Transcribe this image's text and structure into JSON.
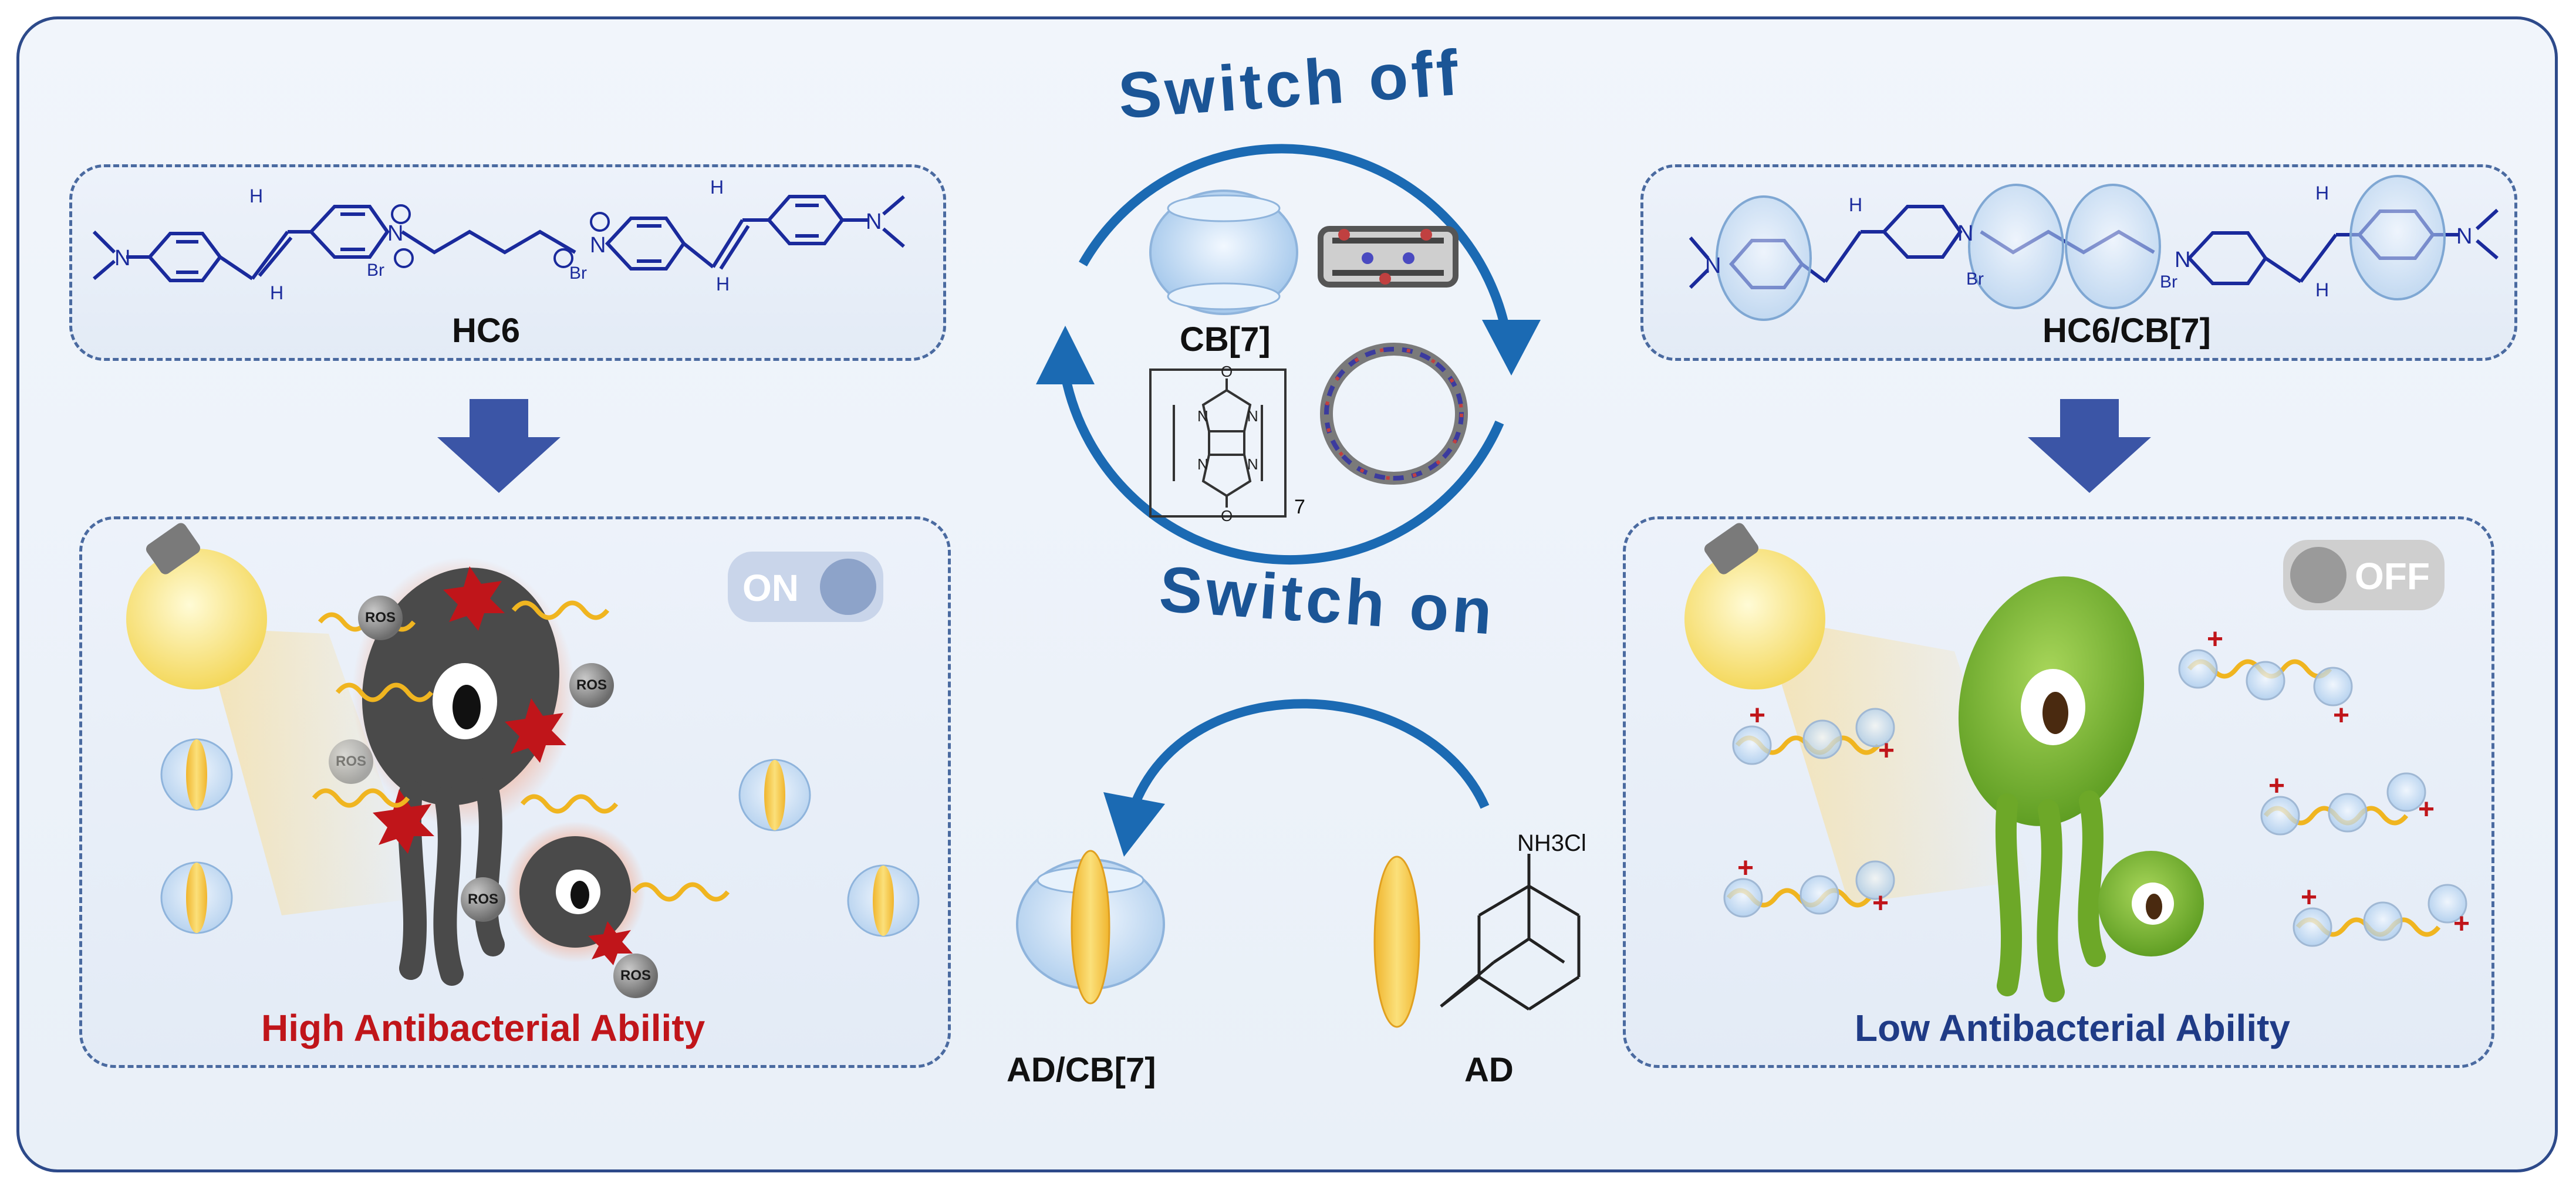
{
  "left_panel": {
    "molecule_label": "HC6",
    "toggle_text": "ON",
    "result_text": "High Antibacterial Ability",
    "ros_label": "ROS"
  },
  "center": {
    "switch_off_text": "Switch off",
    "switch_on_text": "Switch on",
    "cb7_label": "CB[7]",
    "repeat_subscript": "7",
    "complex_label": "AD/CB[7]",
    "guest_label": "AD",
    "ammonium_text": "NH3Cl"
  },
  "right_panel": {
    "molecule_label": "HC6/CB[7]",
    "toggle_text": "OFF",
    "result_text": "Low Antibacterial Ability"
  },
  "colors": {
    "frame": "#2d4a8a",
    "arrow": "#1b6ab3",
    "molecule": "#1a2a9c",
    "high": "#c0151a",
    "low": "#1f3b86",
    "bacteria_active": "#4a4a4a",
    "bacteria_inactive": "#7cb82f",
    "guest": "#f5c842"
  }
}
